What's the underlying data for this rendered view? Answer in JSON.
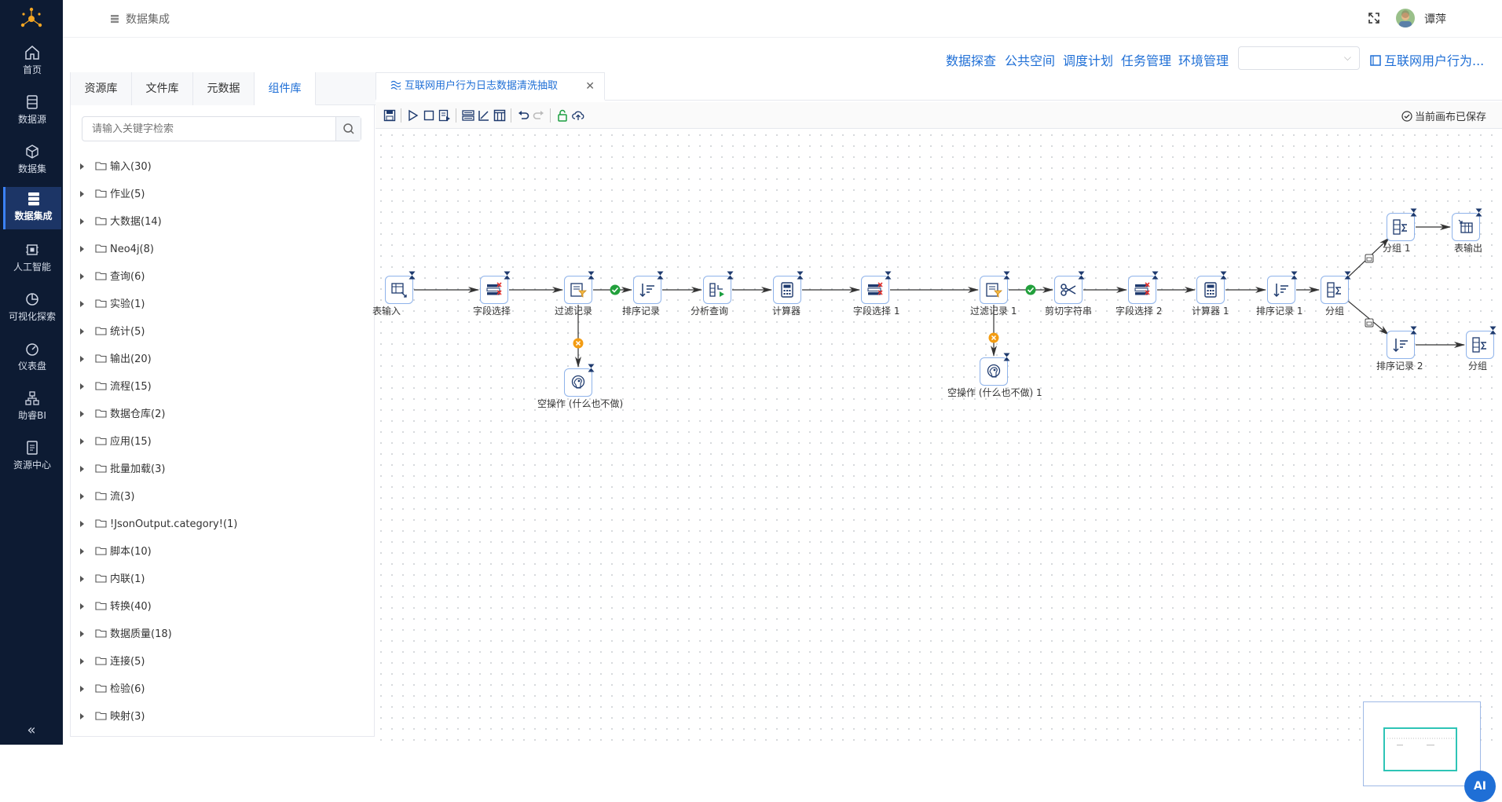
{
  "sidebar": {
    "items": [
      {
        "label": "首页",
        "icon": "home-icon"
      },
      {
        "label": "数据源",
        "icon": "database-icon"
      },
      {
        "label": "数据集",
        "icon": "cube-icon"
      },
      {
        "label": "数据集成",
        "icon": "server-icon"
      },
      {
        "label": "人工智能",
        "icon": "ai-icon"
      },
      {
        "label": "可视化探索",
        "icon": "pie-chart-icon"
      },
      {
        "label": "仪表盘",
        "icon": "gauge-icon"
      },
      {
        "label": "助睿BI",
        "icon": "org-chart-icon"
      },
      {
        "label": "资源中心",
        "icon": "document-icon"
      }
    ],
    "active": "数据集成",
    "collapse_label": "«"
  },
  "header": {
    "breadcrumb": "数据集成",
    "user": "谭萍"
  },
  "top_links": [
    "数据探查",
    "公共空间",
    "调度计划",
    "任务管理",
    "环境管理"
  ],
  "env_select": {
    "value": ""
  },
  "project_link": "互联网用户行为...",
  "left_tabs": [
    "资源库",
    "文件库",
    "元数据",
    "组件库"
  ],
  "active_left_tab": "组件库",
  "search": {
    "placeholder": "请输入关键字检索"
  },
  "tree": [
    "输入(30)",
    "作业(5)",
    "大数据(14)",
    "Neo4j(8)",
    "查询(6)",
    "实验(1)",
    "统计(5)",
    "输出(20)",
    "流程(15)",
    "数据仓库(2)",
    "应用(15)",
    "批量加载(3)",
    "流(3)",
    "!JsonOutput.category!(1)",
    "脚本(10)",
    "内联(1)",
    "转换(40)",
    "数据质量(18)",
    "连接(5)",
    "检验(6)",
    "映射(3)"
  ],
  "editor": {
    "tab_title": "互联网用户行为日志数据清洗抽取",
    "close": "✕",
    "saved_status": "当前画布已保存"
  },
  "nodes": [
    {
      "label": "表输入",
      "icon": "table-input-icon"
    },
    {
      "label": "字段选择",
      "icon": "select-fields-icon"
    },
    {
      "label": "过滤记录",
      "icon": "filter-rows-icon"
    },
    {
      "label": "空操作 (什么也不做)",
      "icon": "dummy-icon"
    },
    {
      "label": "排序记录",
      "icon": "sort-rows-icon"
    },
    {
      "label": "分析查询",
      "icon": "analytic-query-icon"
    },
    {
      "label": "计算器",
      "icon": "calculator-icon"
    },
    {
      "label": "字段选择 1",
      "icon": "select-fields-icon"
    },
    {
      "label": "过滤记录 1",
      "icon": "filter-rows-icon"
    },
    {
      "label": "空操作 (什么也不做) 1",
      "icon": "dummy-icon"
    },
    {
      "label": "剪切字符串",
      "icon": "scissors-icon"
    },
    {
      "label": "字段选择 2",
      "icon": "select-fields-icon"
    },
    {
      "label": "计算器 1",
      "icon": "calculator-icon"
    },
    {
      "label": "排序记录 1",
      "icon": "sort-rows-icon"
    },
    {
      "label": "分组",
      "icon": "group-by-icon"
    },
    {
      "label": "分组 1",
      "icon": "group-by-icon"
    },
    {
      "label": "表输出",
      "icon": "table-output-icon"
    },
    {
      "label": "排序记录 2",
      "icon": "sort-rows-icon"
    },
    {
      "label": "分组",
      "icon": "group-by-icon"
    }
  ],
  "ai_button": "AI"
}
